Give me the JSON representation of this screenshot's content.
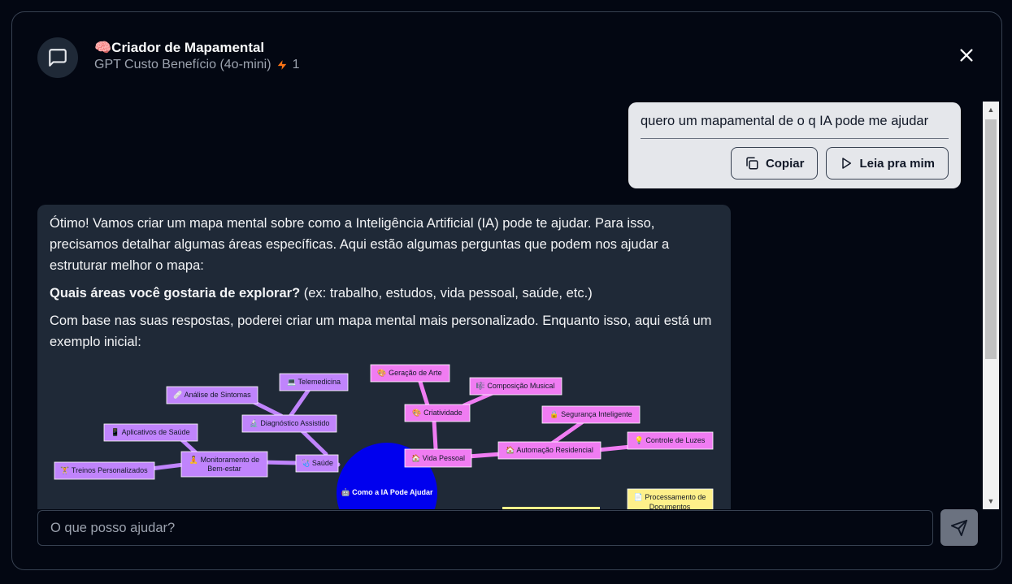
{
  "header": {
    "title": "🧠Criador de Mapamental",
    "subtitle": "GPT Custo Benefício (4o-mini)",
    "credits": "1"
  },
  "user_message": {
    "text": "quero um mapamental de o q IA pode me ajudar",
    "copy_label": "Copiar",
    "read_label": "Leia pra mim"
  },
  "ai_message": {
    "p1": "Ótimo! Vamos criar um mapa mental sobre como a Inteligência Artificial (IA) pode te ajudar. Para isso, precisamos detalhar algumas áreas específicas. Aqui estão algumas perguntas que podem nos ajudar a estruturar melhor o mapa:",
    "p2_bold": "Quais áreas você gostaria de explorar?",
    "p2_rest": " (ex: trabalho, estudos, vida pessoal, saúde, etc.)",
    "p3": "Com base nas suas respostas, poderei criar um mapa mental mais personalizado. Enquanto isso, aqui está um exemplo inicial:"
  },
  "mindmap": {
    "center": "🤖 Como a IA Pode Ajudar",
    "nodes": {
      "saude": "🩺 Saúde",
      "diagnostico": "🔬 Diagnóstico Assistido",
      "telemedicina": "💻 Telemedicina",
      "analise": "🩹 Análise de Sintomas",
      "monitoramento_1": "🧘 Monitoramento de",
      "monitoramento_2": "Bem-estar",
      "aplicativos": "📱 Aplicativos de Saúde",
      "treinos": "🏋 Treinos Personalizados",
      "vida_pessoal": "🏠 Vida Pessoal",
      "criatividade": "🎨 Criatividade",
      "geracao_arte": "🎨 Geração de Arte",
      "composicao": "🎼 Composição Musical",
      "automacao": "🏠 Automação Residencial",
      "seguranca": "🔒 Segurança Inteligente",
      "luzes": "💡 Controle de Luzes",
      "processamento_1": "📄 Processamento de",
      "processamento_2": "Documentos"
    },
    "colors": {
      "center": "#0000ee",
      "saude_branch": "#c084fc",
      "vida_branch": "#f07cf2",
      "work_branch": "#fef08a"
    }
  },
  "input": {
    "placeholder": "O que posso ajudar?"
  }
}
